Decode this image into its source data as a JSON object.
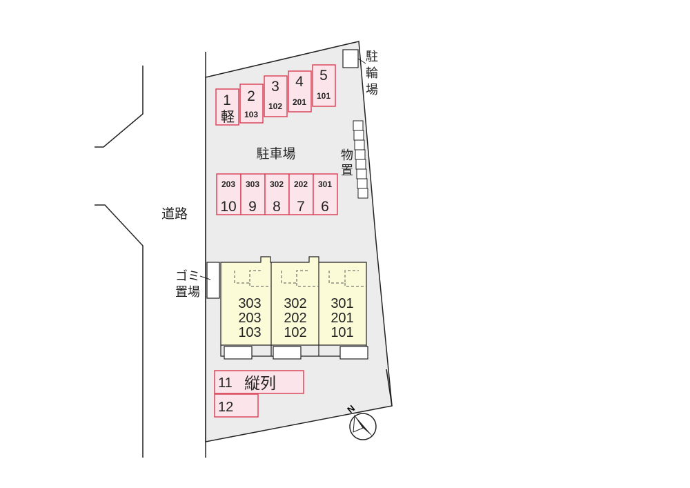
{
  "labels": {
    "road": "道路",
    "parking": "駐車場",
    "bicycle_parking": [
      "駐",
      "輪",
      "場"
    ],
    "storage": [
      "物",
      "置"
    ],
    "garbage": [
      "ゴミ",
      "置場"
    ],
    "tandem": "縦列",
    "compass": "N"
  },
  "parking_top": [
    {
      "number": "1",
      "room": "軽"
    },
    {
      "number": "2",
      "room": "103"
    },
    {
      "number": "3",
      "room": "102"
    },
    {
      "number": "4",
      "room": "201"
    },
    {
      "number": "5",
      "room": "101"
    }
  ],
  "parking_middle": [
    {
      "number": "10",
      "room": "203"
    },
    {
      "number": "9",
      "room": "303"
    },
    {
      "number": "8",
      "room": "302"
    },
    {
      "number": "7",
      "room": "202"
    },
    {
      "number": "6",
      "room": "301"
    }
  ],
  "parking_bottom": [
    {
      "number": "11"
    },
    {
      "number": "12"
    }
  ],
  "building_units": [
    {
      "rooms": [
        "303",
        "203",
        "103"
      ]
    },
    {
      "rooms": [
        "302",
        "202",
        "102"
      ]
    },
    {
      "rooms": [
        "301",
        "201",
        "101"
      ]
    }
  ],
  "colors": {
    "lot": "#ececec",
    "parking_fill": "#fbe4ea",
    "parking_border": "#d9475c",
    "building_fill": "#fcfbd8",
    "line": "#222222"
  }
}
